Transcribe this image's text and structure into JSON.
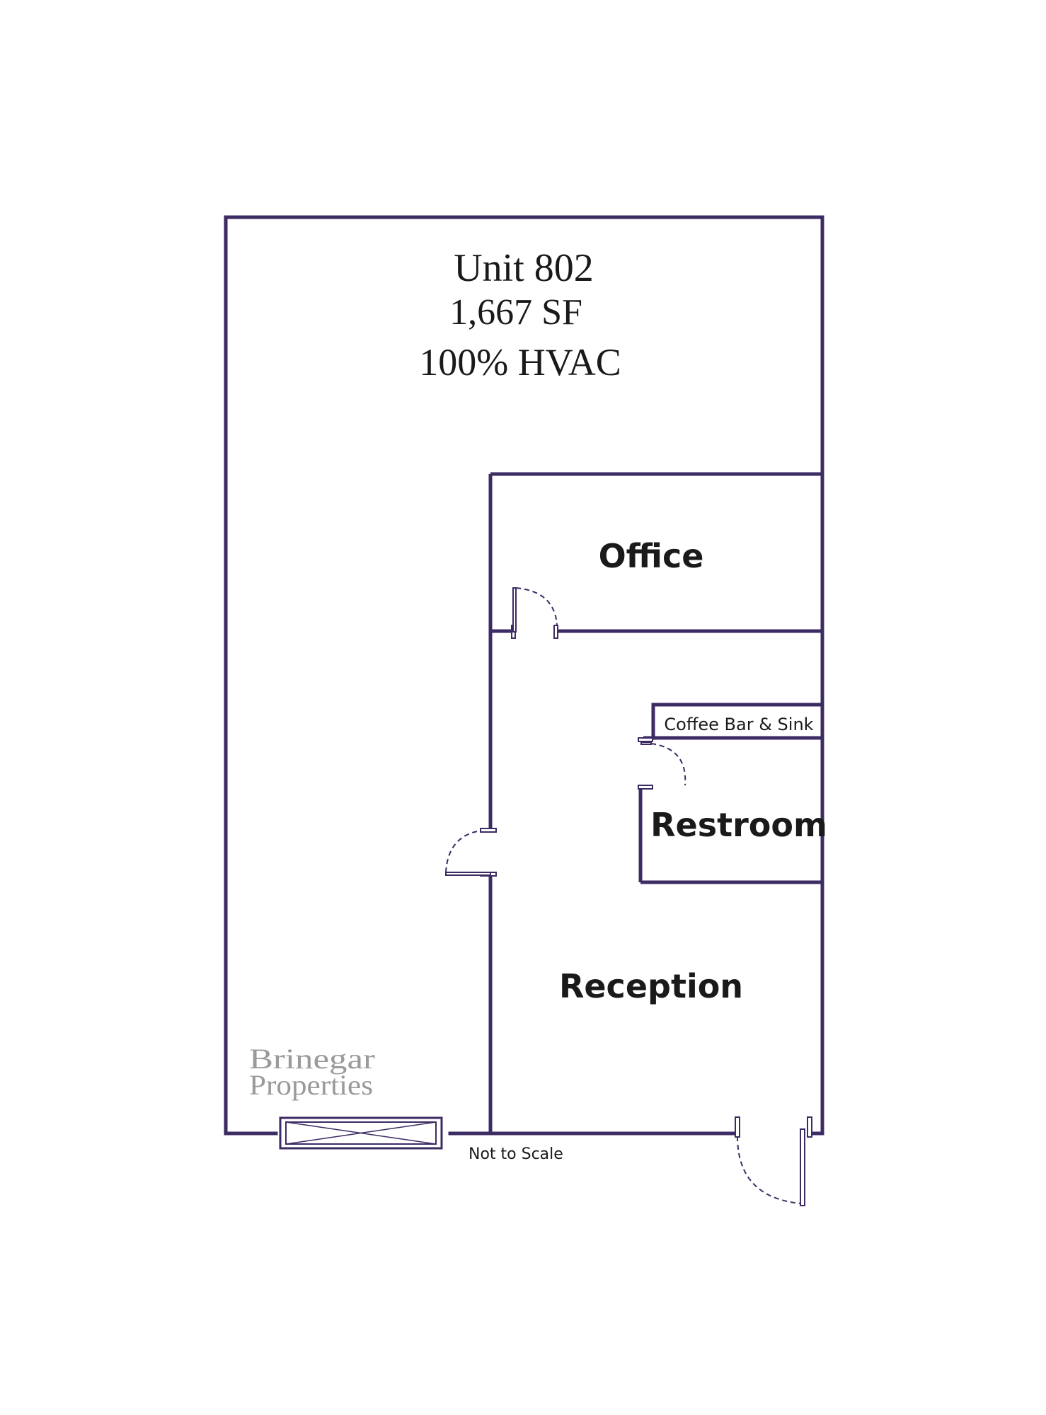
{
  "unit": {
    "name": "Unit 802",
    "area": "1,667 SF",
    "hvac": "100% HVAC"
  },
  "rooms": {
    "office": "Office",
    "coffee_bar": "Coffee Bar & Sink",
    "restroom": "Restroom",
    "reception": "Reception"
  },
  "notes": {
    "scale": "Not to Scale"
  },
  "brand": {
    "line1": "Brinegar",
    "line2": "Properties"
  },
  "colors": {
    "wall": "#3d2b63",
    "text": "#1a1a1a",
    "brand": "#9a9a9a"
  }
}
